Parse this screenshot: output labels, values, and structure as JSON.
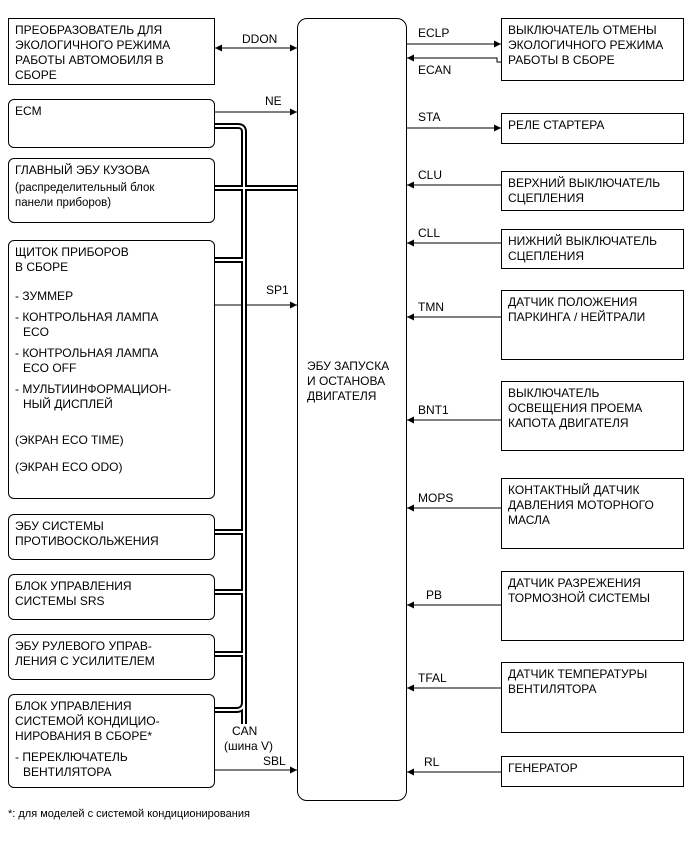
{
  "left_boxes": {
    "converter": {
      "lines": [
        "ПРЕОБРАЗОВАТЕЛЬ ДЛЯ",
        "ЭКОЛОГИЧНОГО РЕЖИМА",
        "РАБОТЫ АВТОМОБИЛЯ В",
        "СБОРЕ"
      ]
    },
    "ecm": {
      "lines": [
        "ECM"
      ]
    },
    "body_ecu": {
      "lines": [
        "ГЛАВНЫЙ ЭБУ КУЗОВА"
      ],
      "sub": [
        "(распределительный блок",
        "панели приборов)"
      ]
    },
    "meter": {
      "lines": [
        "ЩИТОК ПРИБОРОВ",
        "В СБОРЕ"
      ],
      "items": [
        [
          "- ЗУММЕР"
        ],
        [
          "- КОНТРОЛЬНАЯ ЛАМПА",
          "  ECO"
        ],
        [
          "- КОНТРОЛЬНАЯ ЛАМПА",
          "  ECO OFF"
        ],
        [
          "- МУЛЬТИИНФОРМАЦИОН-",
          "  НЫЙ ДИСПЛЕЙ"
        ]
      ],
      "screens": [
        "(ЭКРАН ECO TIME)",
        "(ЭКРАН ECO ODO)"
      ]
    },
    "skid_ecu": {
      "lines": [
        "ЭБУ СИСТЕМЫ",
        "ПРОТИВОСКОЛЬЖЕНИЯ"
      ]
    },
    "srs": {
      "lines": [
        "БЛОК УПРАВЛЕНИЯ",
        "СИСТЕМЫ SRS"
      ]
    },
    "eps": {
      "lines": [
        "ЭБУ РУЛЕВОГО УПРАВ-",
        "ЛЕНИЯ С УСИЛИТЕЛЕМ"
      ]
    },
    "ac": {
      "lines": [
        "БЛОК УПРАВЛЕНИЯ",
        "СИСТЕМОЙ КОНДИЦИО-",
        "НИРОВАНИЯ В СБОРЕ*"
      ],
      "items": [
        [
          "- ПЕРЕКЛЮЧАТЕЛЬ",
          "  ВЕНТИЛЯТОРА"
        ]
      ]
    }
  },
  "center": {
    "lines": [
      "ЭБУ ЗАПУСКА",
      "И ОСТАНОВА",
      "ДВИГАТЕЛЯ"
    ]
  },
  "right_boxes": {
    "cancel_sw": {
      "lines": [
        "ВЫКЛЮЧАТЕЛЬ ОТМЕНЫ",
        "ЭКОЛОГИЧНОГО РЕЖИМА",
        "РАБОТЫ В СБОРЕ"
      ]
    },
    "starter": {
      "lines": [
        "РЕЛЕ СТАРТЕРА"
      ]
    },
    "clutch_up": {
      "lines": [
        "ВЕРХНИЙ ВЫКЛЮЧАТЕЛЬ",
        "СЦЕПЛЕНИЯ"
      ]
    },
    "clutch_low": {
      "lines": [
        "НИЖНИЙ ВЫКЛЮЧАТЕЛЬ",
        "СЦЕПЛЕНИЯ"
      ]
    },
    "pn": {
      "lines": [
        "ДАТЧИК ПОЛОЖЕНИЯ",
        "ПАРКИНГА / НЕЙТРАЛИ"
      ]
    },
    "hood": {
      "lines": [
        "ВЫКЛЮЧАТЕЛЬ",
        "ОСВЕЩЕНИЯ ПРОЕМА",
        "КАПОТА ДВИГАТЕЛЯ"
      ]
    },
    "oil": {
      "lines": [
        "КОНТАКТНЫЙ ДАТЧИК",
        "ДАВЛЕНИЯ МОТОРНОГО",
        "МАСЛА"
      ]
    },
    "vacuum": {
      "lines": [
        "ДАТЧИК РАЗРЕЖЕНИЯ",
        "ТОРМОЗНОЙ СИСТЕМЫ"
      ]
    },
    "fan": {
      "lines": [
        "ДАТЧИК ТЕМПЕРАТУРЫ",
        "ВЕНТИЛЯТОРА"
      ]
    },
    "alt": {
      "lines": [
        "ГЕНЕРАТОР"
      ]
    }
  },
  "signals": {
    "ddon": "DDON",
    "ne": "NE",
    "sp1": "SP1",
    "can": "CAN",
    "can_sub": "(шина V)",
    "sbl": "SBL",
    "eclp": "ECLP",
    "ecan": "ECAN",
    "sta": "STA",
    "clu": "CLU",
    "cll": "CLL",
    "tmn": "TMN",
    "bnt1": "BNT1",
    "mops": "MOPS",
    "pb": "PB",
    "tfal": "TFAL",
    "rl": "RL"
  },
  "footnote": "*: для моделей с системой кондиционирования"
}
